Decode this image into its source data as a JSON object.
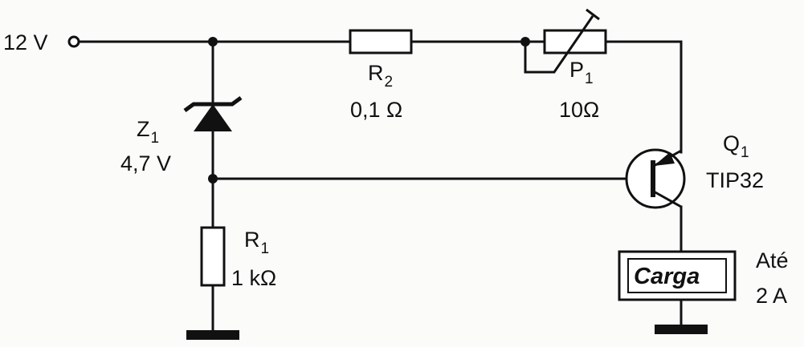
{
  "supply": {
    "label": "12 V"
  },
  "zener": {
    "name": "Z",
    "sub": "1",
    "value": "4,7 V"
  },
  "r1": {
    "name": "R",
    "sub": "1",
    "value": "1 kΩ"
  },
  "r2": {
    "name": "R",
    "sub": "2",
    "value": "0,1 Ω"
  },
  "p1": {
    "name": "P",
    "sub": "1",
    "value": "10Ω"
  },
  "q1": {
    "name": "Q",
    "sub": "1",
    "part": "TIP32"
  },
  "load": {
    "label": "Carga",
    "limit_line1": "Até",
    "limit_line2": "2 A"
  },
  "colors": {
    "ink": "#111111",
    "paper": "#fbfbfa"
  }
}
